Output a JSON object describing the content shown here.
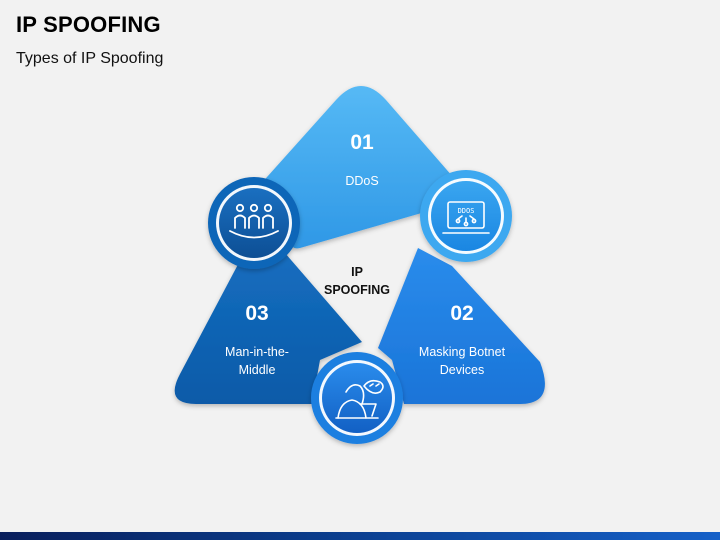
{
  "header": {
    "title": "IP SPOOFING",
    "subtitle": "Types of IP Spoofing"
  },
  "diagram": {
    "center_line1": "IP",
    "center_line2": "SPOOFING",
    "segments": [
      {
        "number": "01",
        "line1": "DDoS",
        "line2": "",
        "icon": "ddos-laptop-icon",
        "color": "#3ea8f0"
      },
      {
        "number": "02",
        "line1": "Masking Botnet",
        "line2": "Devices",
        "icon": "hacker-icon",
        "color": "#1d7fe0"
      },
      {
        "number": "03",
        "line1": "Man-in-the-",
        "line2": "Middle",
        "icon": "people-group-icon",
        "color": "#0f66b8"
      }
    ],
    "ddos_icon_text": "DDOS"
  },
  "colors": {
    "light_blue": "#3ea8f0",
    "mid_blue": "#1d7fe0",
    "dark_blue": "#0f66b8",
    "footer": "#0b3d8c"
  }
}
